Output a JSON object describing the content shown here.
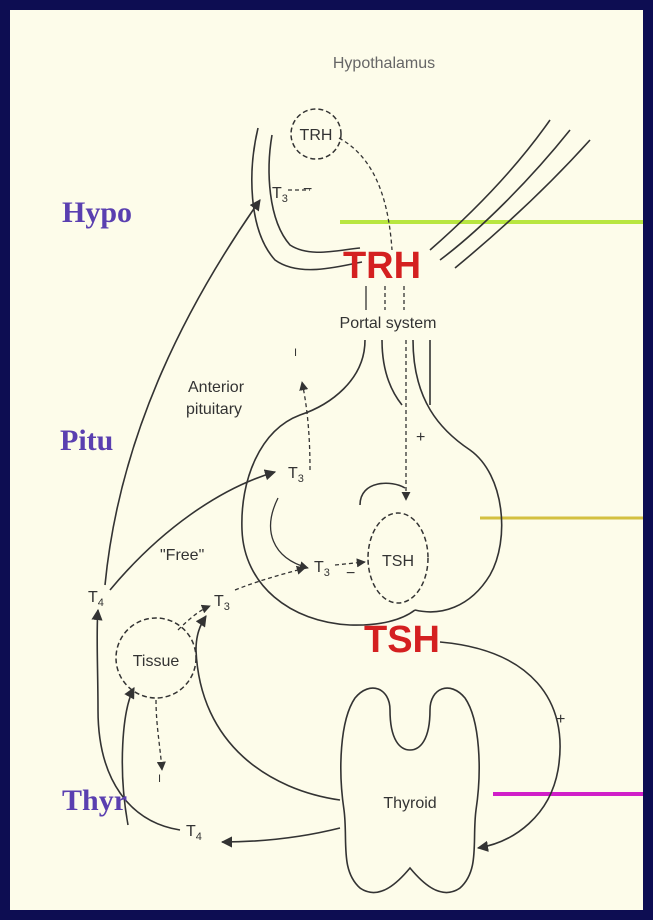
{
  "colors": {
    "border": "#0d0d52",
    "background": "#fdfcea",
    "side_label": "#5a3fb0",
    "hormone": "#d42020",
    "ink": "#333333",
    "hypo_line": "#b8e640",
    "pitu_line": "#d4c040",
    "thyr_line": "#d01ec8"
  },
  "side_labels": {
    "hypo": "Hypo",
    "pitu": "Pitu",
    "thyr": "Thyr"
  },
  "hormones": {
    "trh": "TRH",
    "tsh": "TSH"
  },
  "diagram_labels": {
    "hypothalamus": "Hypothalamus",
    "trh_cell": "TRH",
    "portal_system": "Portal system",
    "anterior": "Anterior",
    "pituitary": "pituitary",
    "tsh_cell": "TSH",
    "free": "\"Free\"",
    "tissue": "Tissue",
    "thyroid": "Thyroid",
    "t3": "T",
    "t4": "T",
    "sub3": "3",
    "sub4": "4",
    "plus": "+",
    "minus": "−",
    "i": "I"
  }
}
